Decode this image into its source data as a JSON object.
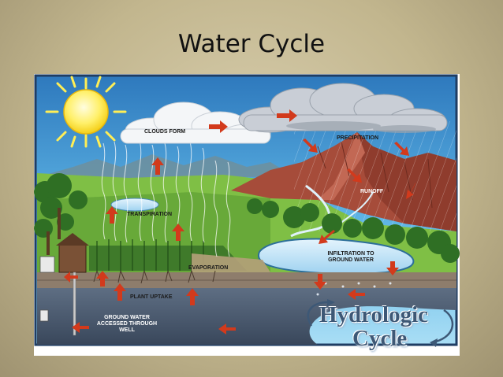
{
  "title": "Water Cycle",
  "labels": {
    "clouds_form": "CLOUDS FORM",
    "precipitation": "PRECIPITATION",
    "runoff": "RUNOFF",
    "transpiration": "TRANSPIRATION",
    "evaporation": "EVAPORATION",
    "infiltration": "INFILTRATION TO GROUND WATER",
    "plant_uptake": "PLANT UPTAKE",
    "groundwater_well": "GROUND WATER ACCESSED THROUGH WELL"
  },
  "logo": {
    "line1": "Hydrologic",
    "line2": "Cycle"
  },
  "colors": {
    "arrow": "#d23a1c",
    "sky_top": "#2f7fc1",
    "sky_bottom": "#8fd3f2",
    "mountain": "#a64c3a",
    "lake": "#bfe3f7",
    "ground": "#8e7d6c",
    "groundwater": "#4d5d73",
    "logo_text": "#3d5876"
  }
}
